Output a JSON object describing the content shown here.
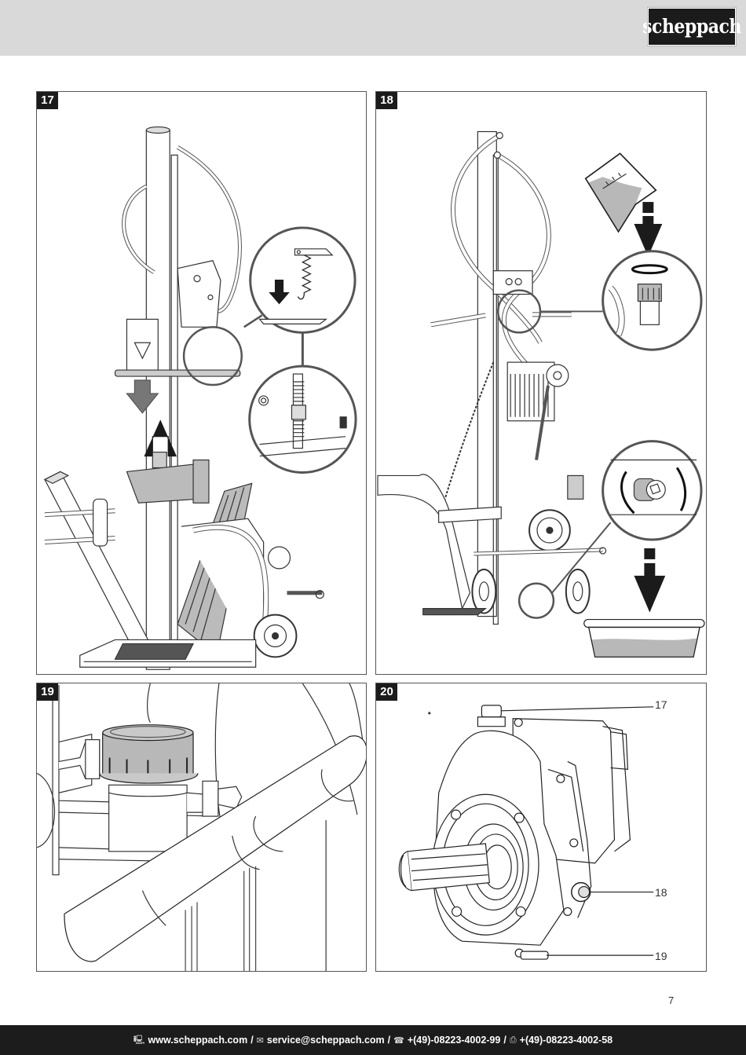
{
  "header": {
    "brand_logo": "scheppach"
  },
  "figures": [
    {
      "number": "17",
      "description": "Log splitter with spring mechanism detail, lift arrow and down arrow"
    },
    {
      "number": "18",
      "description": "Oil filling and draining: beaker pouring, oil cap, drain plug, collection tray"
    },
    {
      "number": "19",
      "description": "Close-up of hydraulic oil filler cap"
    },
    {
      "number": "20",
      "description": "Gear pump with callouts",
      "callouts": [
        "17",
        "18",
        "19"
      ]
    }
  ],
  "page_number": "7",
  "footer": {
    "web_icon": "computer-icon",
    "web": "www.scheppach.com",
    "sep1": "/",
    "email_icon": "mail-icon",
    "email": "service@scheppach.com",
    "sep2": "/",
    "phone_icon": "phone-icon",
    "phone": "+(49)-08223-4002-99",
    "sep3": "/",
    "fax_icon": "fax-icon",
    "fax": "+(49)-08223-4002-58"
  },
  "colors": {
    "header_band": "#d9d9d9",
    "logo_bg": "#1b1b1b",
    "footer_bg": "#1c1c1c",
    "label_bg": "#1b1b1b",
    "fill_gray": "#b8b8b8"
  }
}
